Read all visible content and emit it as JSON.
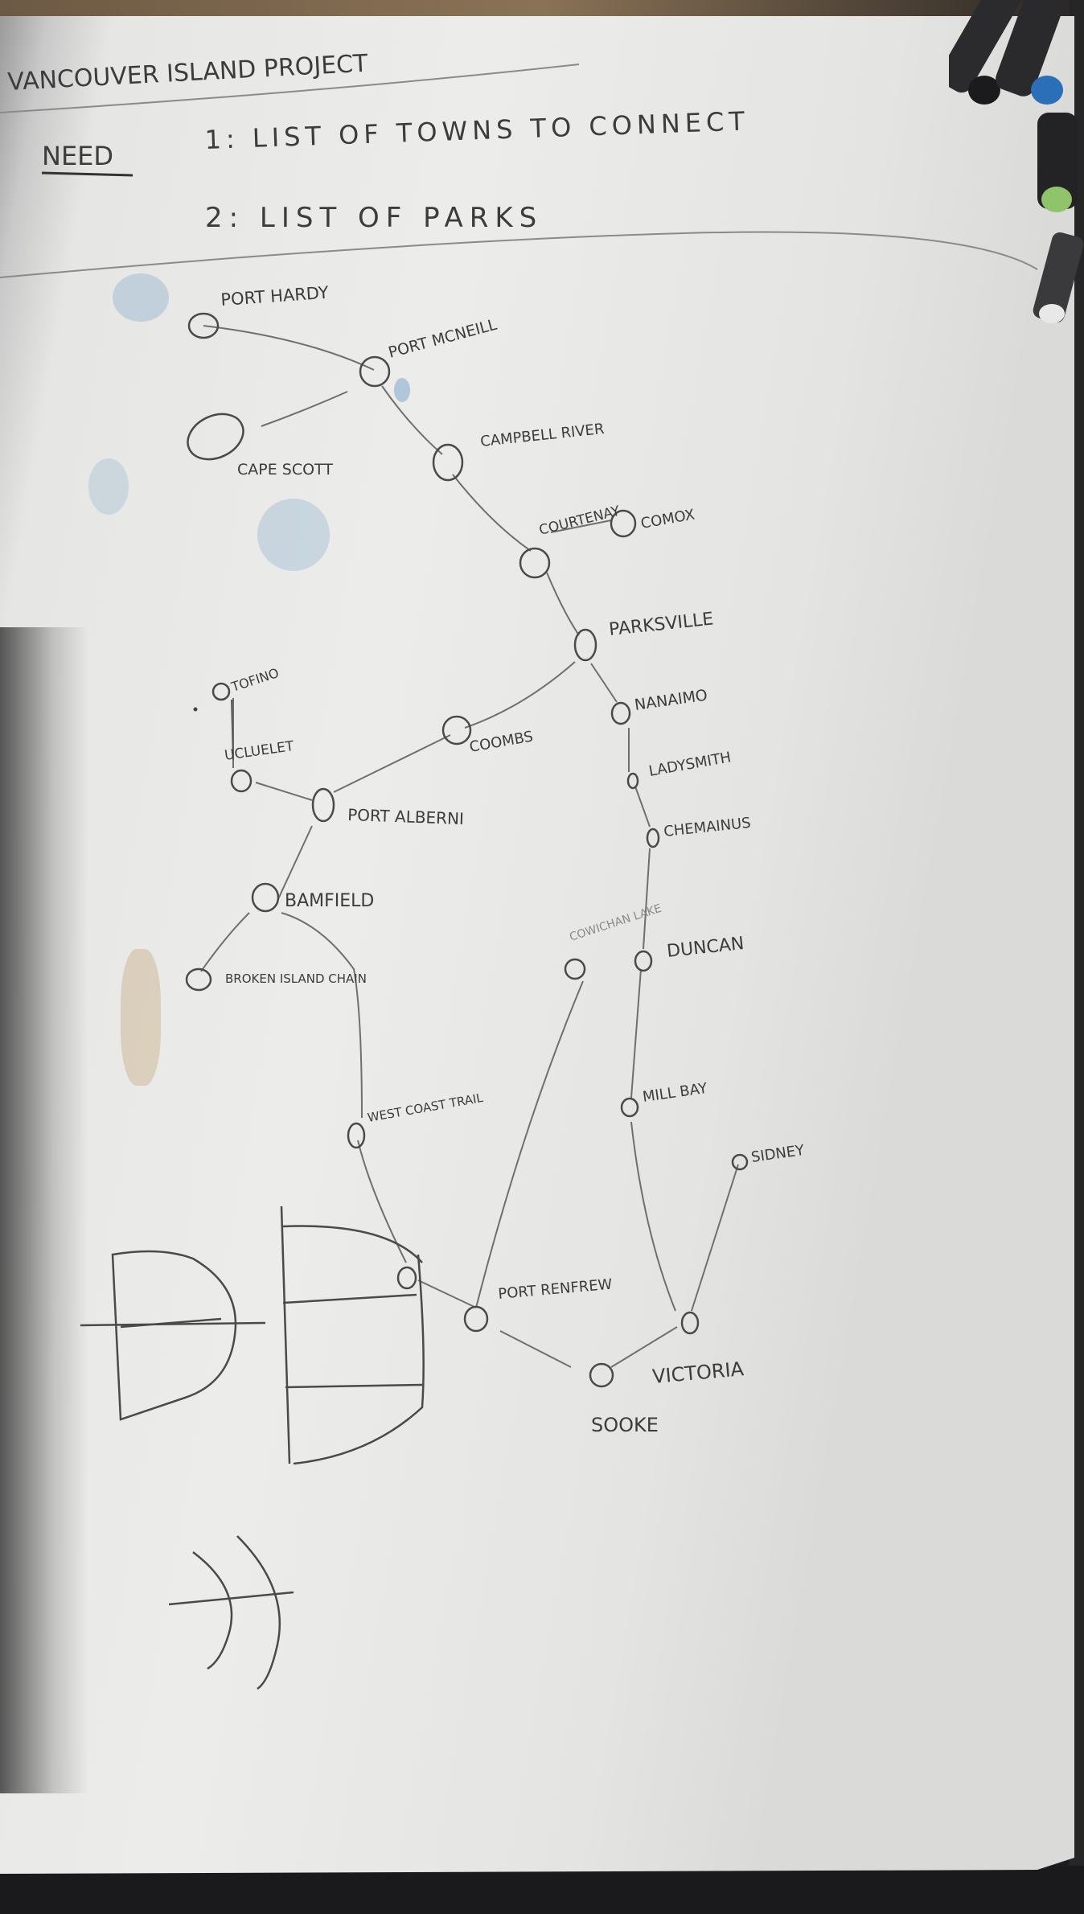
{
  "header": {
    "title": "VANCOUVER ISLAND PROJECT",
    "need_label": "NEED",
    "need_item_1": "1: LIST OF TOWNS TO CONNECT",
    "need_item_2": "2: LIST OF PARKS"
  },
  "map": {
    "towns": [
      {
        "id": "port-hardy",
        "label": "PORT HARDY"
      },
      {
        "id": "port-mcneill",
        "label": "PORT MCNEILL"
      },
      {
        "id": "cape-scott",
        "label": "CAPE SCOTT"
      },
      {
        "id": "campbell-river",
        "label": "CAMPBELL RIVER"
      },
      {
        "id": "courtenay",
        "label": "COURTENAY"
      },
      {
        "id": "comox",
        "label": "COMOX"
      },
      {
        "id": "parksville",
        "label": "PARKSVILLE"
      },
      {
        "id": "nanaimo",
        "label": "NANAIMO"
      },
      {
        "id": "ladysmith",
        "label": "LADYSMITH"
      },
      {
        "id": "chemainus",
        "label": "CHEMAINUS"
      },
      {
        "id": "duncan",
        "label": "DUNCAN"
      },
      {
        "id": "cowichan-lake",
        "label": "COWICHAN LAKE"
      },
      {
        "id": "mill-bay",
        "label": "MILL BAY"
      },
      {
        "id": "sidney",
        "label": "SIDNEY"
      },
      {
        "id": "victoria",
        "label": "VICTORIA"
      },
      {
        "id": "sooke",
        "label": "SOOKE"
      },
      {
        "id": "port-renfrew",
        "label": "PORT RENFREW"
      },
      {
        "id": "west-coast-trail",
        "label": "WEST COAST TRAIL"
      },
      {
        "id": "bamfield",
        "label": "BAMFIELD"
      },
      {
        "id": "broken-island-chain",
        "label": "BROKEN ISLAND CHAIN"
      },
      {
        "id": "port-alberni",
        "label": "PORT ALBERNI"
      },
      {
        "id": "coombs",
        "label": "COOMBS"
      },
      {
        "id": "ucluelet",
        "label": "UCLUELET"
      },
      {
        "id": "tofino",
        "label": "TOFINO"
      }
    ]
  },
  "colors": {
    "ink": "#4a4a4a",
    "pencil": "#7a7a7a",
    "marker_blue": "#2a6fb8",
    "marker_green": "#8fc46a"
  }
}
